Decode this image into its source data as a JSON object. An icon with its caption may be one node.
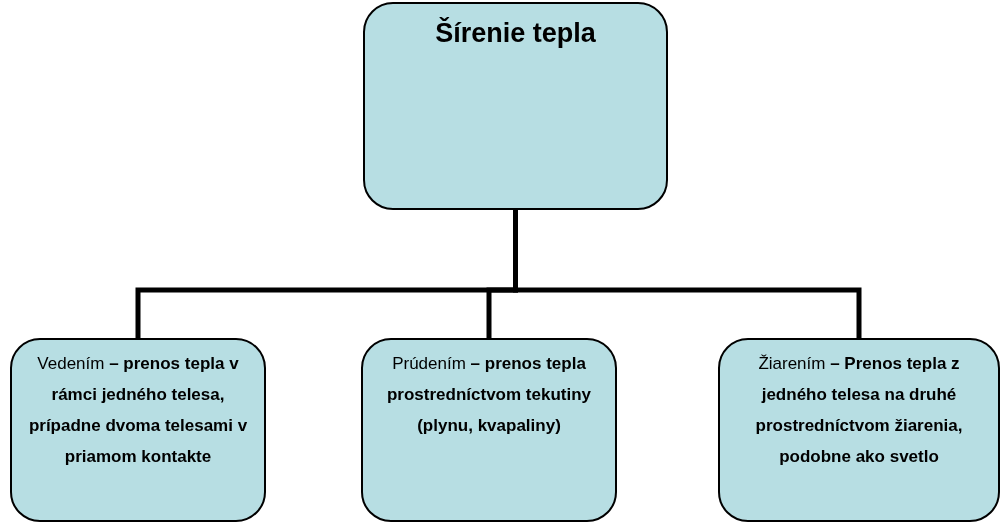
{
  "diagram": {
    "nodes": [
      {
        "text": [
          "Šírenie tepla"
        ]
      },
      {
        "text": [
          "Vedením **– prenos tepla v rámci jedného telesa, prípadne dvoma telesami v priamom kontakte**"
        ]
      },
      {
        "text": [
          "Prúdením **– prenos tepla prostredníctvom tekutiny (plynu, kvapaliny)**"
        ]
      },
      {
        "text": [
          "Žiarením **– Prenos tepla z jedného telesa na druhé prostredníctvom žiarenia, podobne ako svetlo**"
        ]
      }
    ],
    "edges": [
      {
        "from": 0,
        "to": 1,
        "arrow": "none"
      },
      {
        "from": 0,
        "to": 2,
        "arrow": "none"
      },
      {
        "from": 0,
        "to": 3,
        "arrow": "none"
      }
    ]
  }
}
